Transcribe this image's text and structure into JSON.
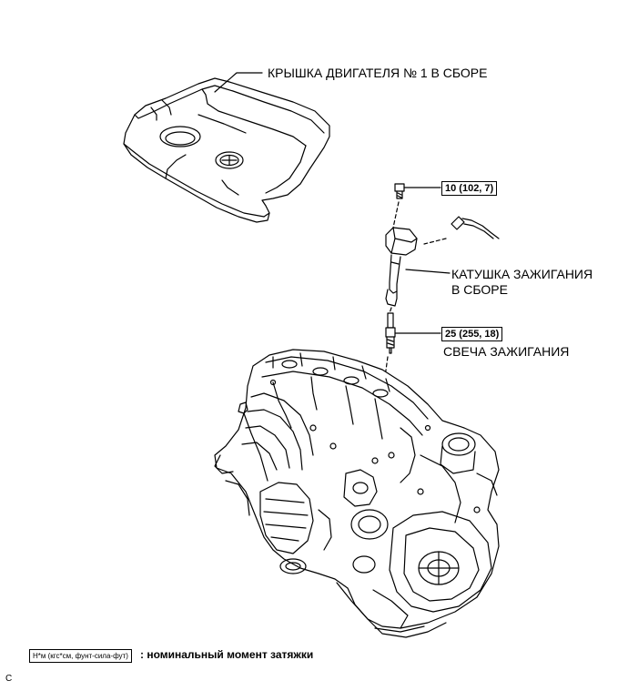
{
  "labels": {
    "engine_cover": "КРЫШКА ДВИГАТЕЛЯ № 1 В СБОРЕ",
    "ignition_coil_line1": "КАТУШКА ЗАЖИГАНИЯ",
    "ignition_coil_line2": "В СБОРЕ",
    "spark_plug": "СВЕЧА ЗАЖИГАНИЯ"
  },
  "torque": {
    "bolt": "10 (102, 7)",
    "spark_plug": "25 (255, 18)"
  },
  "legend": {
    "units": "Н*м (кгс*см, фунт-сила-фут)",
    "description": ": номинальный момент затяжки"
  },
  "corner_mark": "C"
}
